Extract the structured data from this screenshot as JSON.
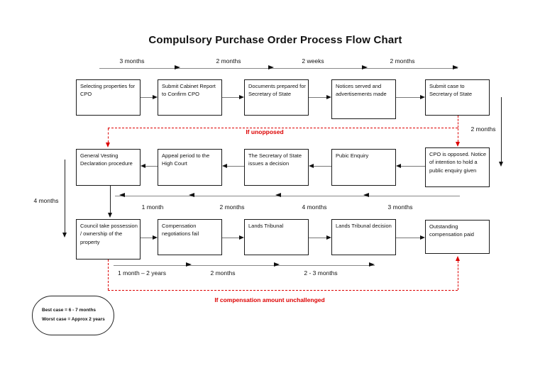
{
  "page": {
    "title": "Compulsory Purchase Order Process Flow Chart"
  },
  "top_timeline": {
    "labels": [
      "3 months",
      "2 months",
      "2 weeks",
      "2 months"
    ]
  },
  "row1": {
    "boxes": [
      "Selecting properties for CPO",
      "Submit Cabinet Report to Confirm CPO",
      "Documents prepared for Secretary of State",
      "Notices served and advertisements made",
      "Submit case to Secretary of State"
    ]
  },
  "row2": {
    "boxes": [
      "General Vesting Declaration procedure",
      "Appeal period to the High Court",
      "The Secretary of State issues a decision",
      "Pubic Enquiry",
      "CPO is opposed. Notice of intention to hold a public enquiry given"
    ]
  },
  "row3": {
    "boxes": [
      "Council take possession / ownership of the property",
      "Compensation negotiations fail",
      "Lands Tribunal",
      "Lands Tribunal decision",
      "Outstanding compensation paid"
    ]
  },
  "mid_timeline": {
    "labels": [
      "1 month",
      "2 months",
      "4 months",
      "3 months"
    ]
  },
  "bottom_timeline": {
    "labels": [
      "1 month – 2 years",
      "2 months",
      "2 - 3 months"
    ]
  },
  "side_durations": {
    "right": "2 months",
    "left": "4 months"
  },
  "annotations": {
    "if_unopposed": "If unopposed",
    "if_compensation": "If compensation amount unchallenged"
  },
  "summary": {
    "best_case": "Best case = 6 - 7 months",
    "worst_case": "Worst case = Approx 2 years"
  },
  "colors": {
    "red": "#dd0000",
    "box_border": "#1a1a1a",
    "line": "#888888"
  }
}
